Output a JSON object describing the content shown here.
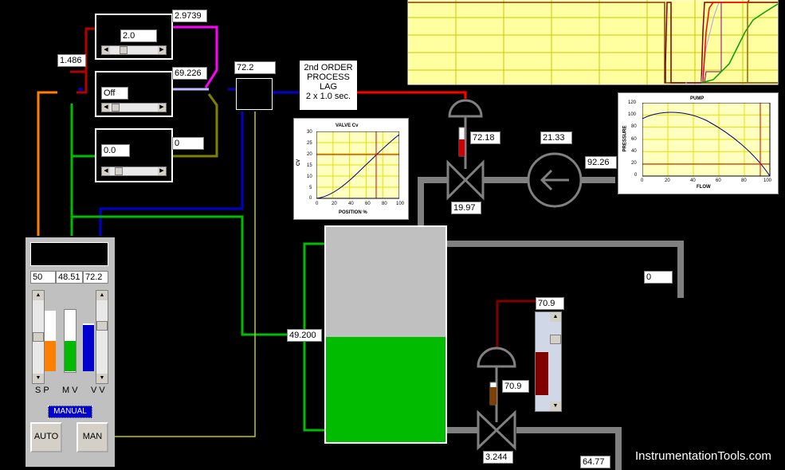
{
  "colors": {
    "background": "#000000",
    "pipe": "#808080",
    "signal_red": "#ff0000",
    "signal_blue": "#0000cc",
    "signal_green": "#00bb00",
    "signal_orange": "#ff8000",
    "signal_magenta": "#ff00ff",
    "signal_olive": "#808000",
    "signal_darkred": "#800000",
    "level_green": "#00bb00",
    "tank_gray": "#c0c0c0"
  },
  "blocks": {
    "gain": {
      "value": "2.0",
      "output": "2.9739"
    },
    "mode": {
      "value": "Off",
      "output": "69.226"
    },
    "bias": {
      "value": "0.0",
      "output": "0"
    },
    "summer_input": "1.486",
    "summer_output": "72.2"
  },
  "process_lag": {
    "line1": "2nd ORDER",
    "line2": "PROCESS",
    "line3": "LAG",
    "line4": "2 x 1.0 sec."
  },
  "valve_cv_chart": {
    "title": "VALVE Cv",
    "ylabel": "CV",
    "xlabel": "POSITION %",
    "yticks": [
      "30",
      "25",
      "20",
      "15",
      "10",
      "5",
      "0"
    ],
    "xticks": [
      "0",
      "20",
      "40",
      "60",
      "80",
      "100"
    ]
  },
  "pump_chart": {
    "title": "PUMP",
    "ylabel": "PRESSURE",
    "xlabel": "FLOW",
    "yticks": [
      "120",
      "100",
      "80",
      "60",
      "40",
      "20",
      "0"
    ],
    "xticks": [
      "0",
      "20",
      "40",
      "60",
      "80",
      "100"
    ]
  },
  "readouts": {
    "valve1_position": "72.18",
    "valve1_flow": "19.97",
    "pump_flow": "21.33",
    "pump_pressure": "92.26",
    "overflow": "0",
    "tank_level": "49.200",
    "valve2_signal": "70.9",
    "valve2_position": "70.9",
    "valve2_flow": "3.244",
    "outlet_flow": "64.77"
  },
  "controller": {
    "sp": "50",
    "mv": "48.51",
    "vv": "72.2",
    "sp_label": "S P",
    "mv_label": "M V",
    "vv_label": "V V",
    "mode": "MANUAL",
    "auto_label": "AUTO",
    "man_label": "MAN",
    "sp_level": 0.5,
    "mv_level": 0.485,
    "vv_level": 0.722
  },
  "tank": {
    "level_fraction": 0.49
  },
  "watermark": "InstrumentationTools.com"
}
